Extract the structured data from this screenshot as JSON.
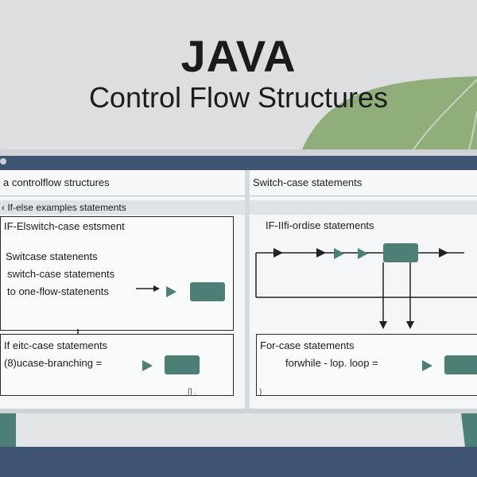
{
  "header": {
    "title": "JAVA",
    "subtitle": "Control Flow Structures"
  },
  "left_pane": {
    "tab_label": "a controlflow structures",
    "sub_label": "If-else examples statements",
    "box1_title": "IF-Elswitch-case estsment",
    "box1_items": [
      "Switcase statenents",
      "switch-case statements",
      "to one-flow-statenents"
    ],
    "box2_title": "If eitc-case statements",
    "box2_item": "(8)ucase-branching =",
    "footer": "[] ."
  },
  "right_pane": {
    "tab_label": "Switch-case statements",
    "box_title": "IF-IIfi-ordise statements",
    "box2_title": "For-case statements",
    "box2_item": "forwhile - lop. loop =",
    "footer": ")"
  },
  "colors": {
    "navy": "#3f5472",
    "teal": "#4d7f76",
    "leaf": "#8fae7a"
  },
  "icons": [
    "arrow-right-icon",
    "flow-icon",
    "chevron-left-icon"
  ]
}
